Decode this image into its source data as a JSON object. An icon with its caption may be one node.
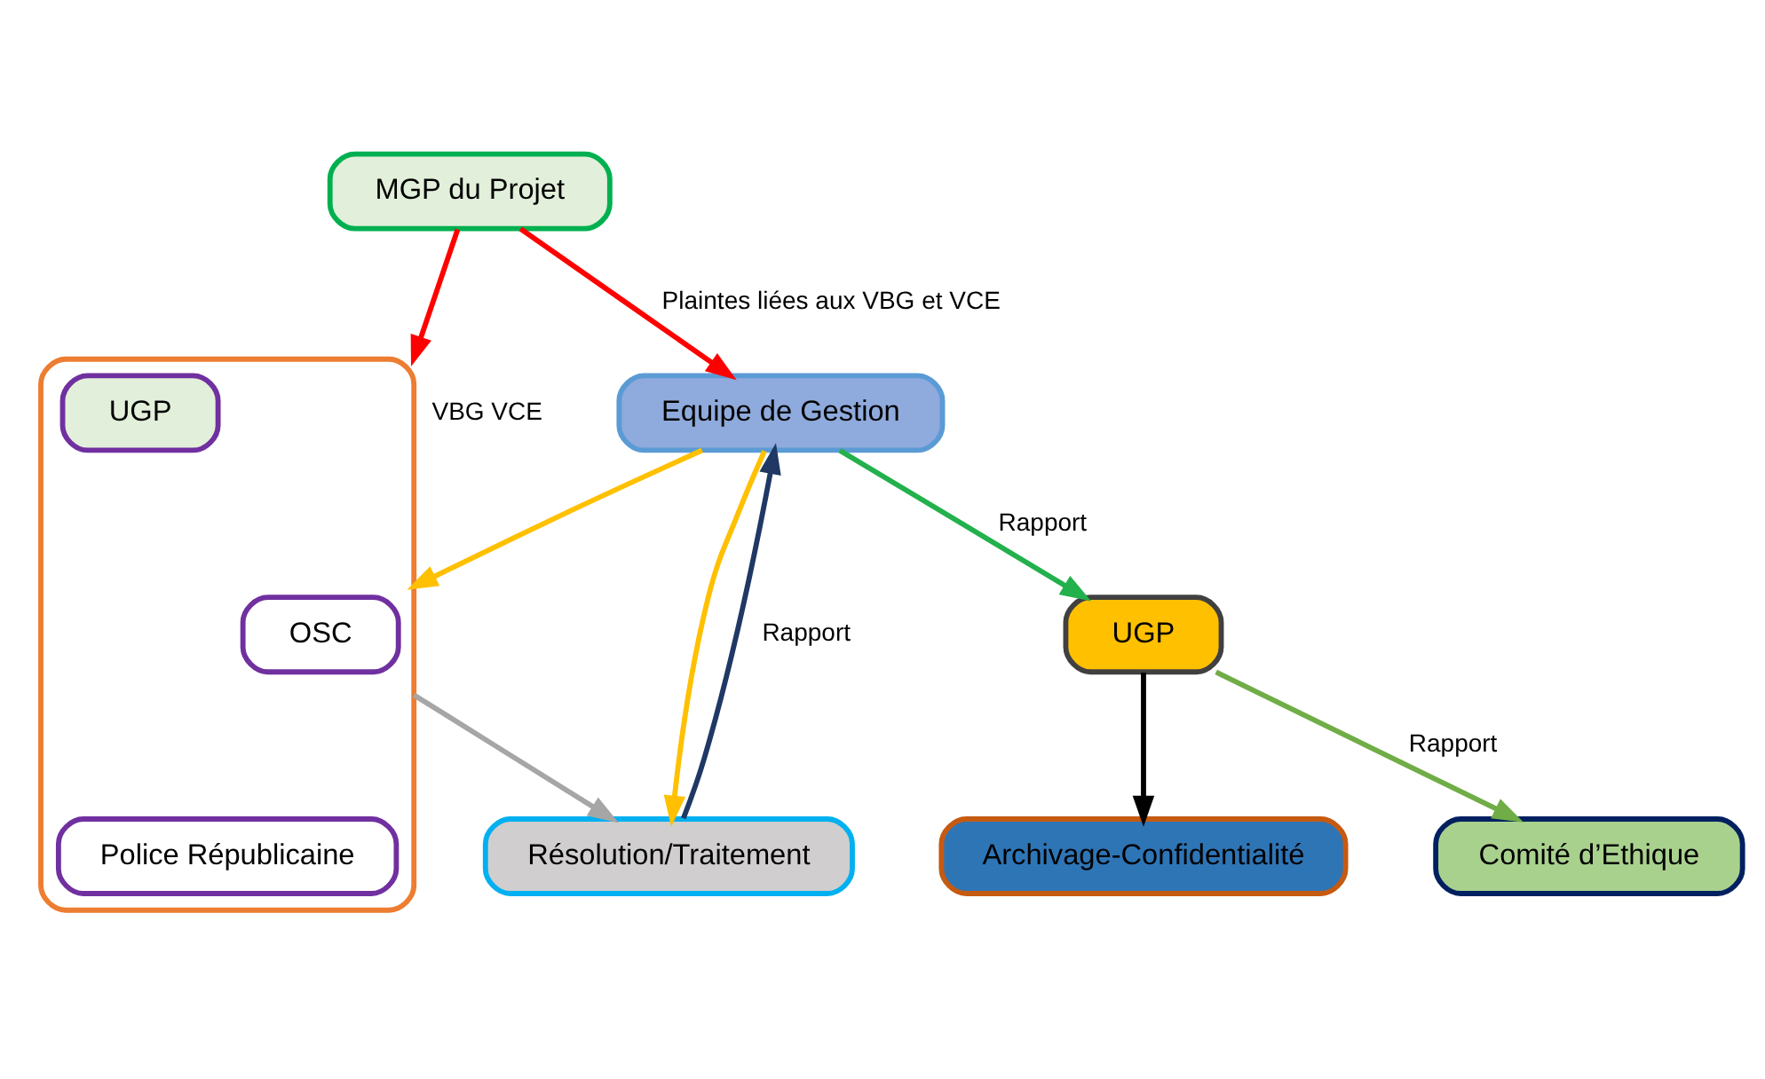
{
  "diagram": {
    "nodes": [
      {
        "text": [
          "Equipe de Gestion"
        ]
      },
      {
        "text": [
          "MGP du Projet"
        ]
      },
      {
        "text": [],
        "shape": "bracket"
      },
      {
        "text": [
          "UGP"
        ],
        "in": 2
      },
      {
        "text": [
          "OSC"
        ],
        "in": 2
      },
      {
        "text": [
          "Police Républicaine"
        ],
        "in": 2
      },
      {
        "text": [
          "UGP"
        ]
      },
      {
        "text": [
          "Résolution/Traitement"
        ]
      },
      {
        "text": [
          "Archivage-Confidentialité"
        ]
      },
      {
        "text": [
          "Comité d’Ethique"
        ]
      }
    ],
    "edges": [
      {
        "from": 1,
        "to": 0,
        "arrow": "to",
        "label": "Plaintes liées aux VBG et VCE",
        "color": "#ff0000"
      },
      {
        "from": 1,
        "to": 2,
        "arrow": "to",
        "label": "VBG VCE",
        "color": "#ff0000"
      },
      {
        "from": 0,
        "to": 6,
        "arrow": "to",
        "label": "Rapport",
        "color": "#22b14c"
      },
      {
        "from": 7,
        "to": 0,
        "arrow": "to",
        "label": "Rapport",
        "color": "#1f3864"
      },
      {
        "from": 0,
        "to": 7,
        "arrow": "to",
        "color": "#ffc000"
      },
      {
        "from": 0,
        "to": 2,
        "arrow": "to",
        "color": "#ffc000"
      },
      {
        "from": 2,
        "to": 7,
        "arrow": "to",
        "color": "#a6a6a6"
      },
      {
        "from": 6,
        "to": 8,
        "arrow": "to",
        "color": "#000000"
      },
      {
        "from": 6,
        "to": 9,
        "arrow": "to",
        "label": "Rapport",
        "color": "#70ad47"
      }
    ]
  }
}
